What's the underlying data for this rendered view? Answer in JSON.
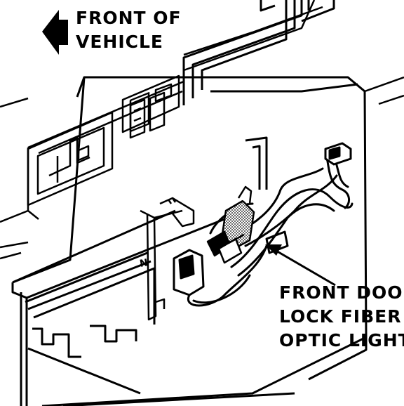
{
  "direction_label": {
    "line1": "FRONT OF",
    "line2": "VEHICLE"
  },
  "callout_label": {
    "line1": "FRONT DOOR",
    "line2": "LOCK FIBER",
    "line3": "OPTIC LIGHT"
  },
  "colors": {
    "ink": "#000000",
    "paper": "#ffffff",
    "stipple": "#9a9a9a"
  }
}
